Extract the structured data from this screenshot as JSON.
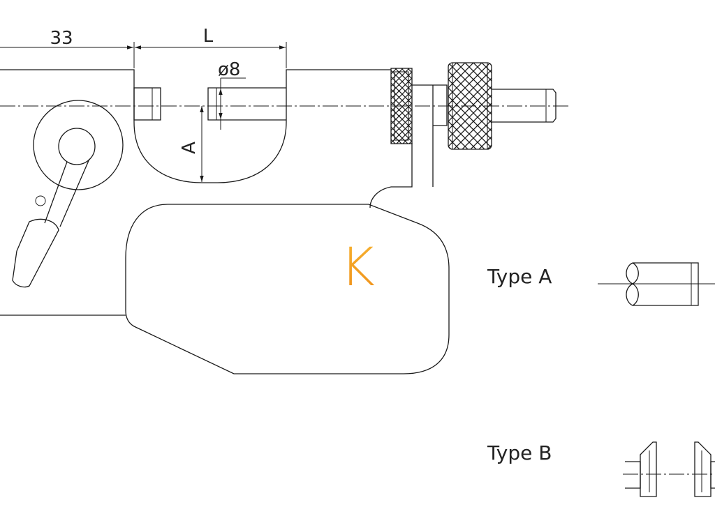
{
  "dimensions": {
    "left_width": "33",
    "gap_width": "L",
    "anvil_diameter": "ø8",
    "depth": "A"
  },
  "labels": {
    "type_a": "Type A",
    "type_b": "Type B"
  },
  "logo": {
    "letter": "K",
    "color_top": "#f7b431",
    "color_bottom": "#ef8f1a"
  },
  "colors": {
    "line": "#1a1a1a",
    "background": "#ffffff"
  }
}
